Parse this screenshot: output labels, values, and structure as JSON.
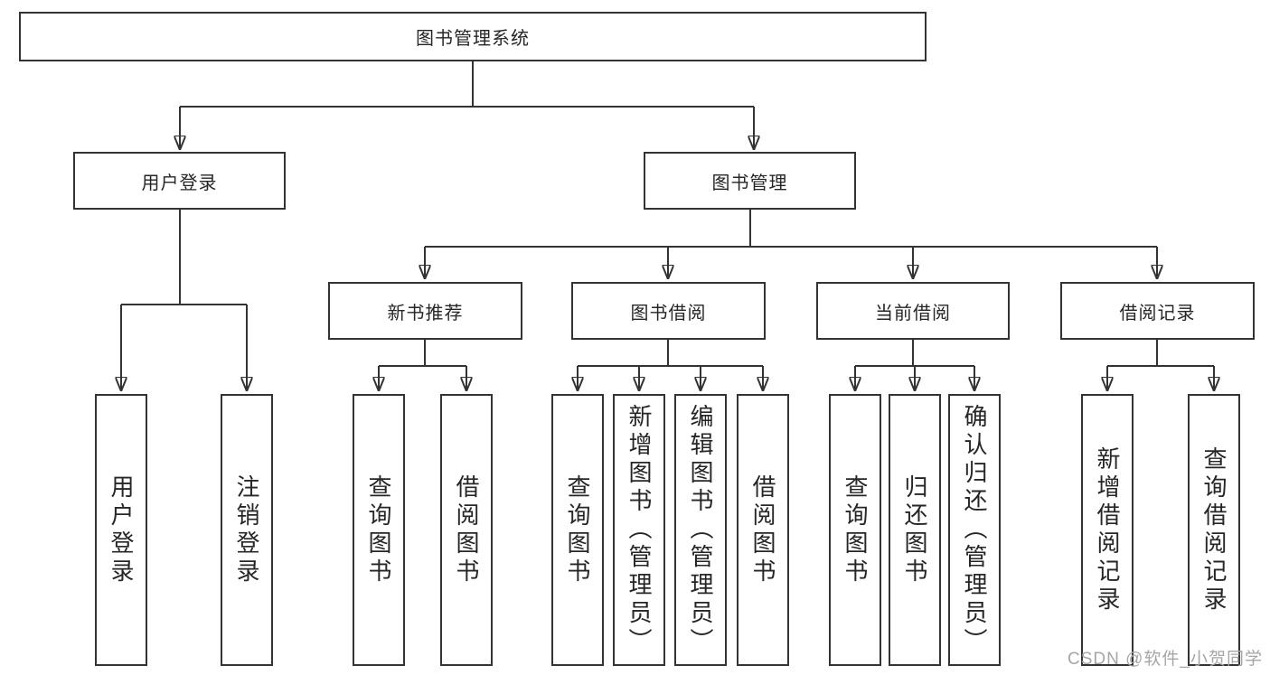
{
  "colors": {
    "line": "#333333",
    "text": "#262626",
    "watermark": "#a6a6a6",
    "background": "#ffffff"
  },
  "watermark": {
    "text": "CSDN @软件_小贺同学"
  },
  "tree": {
    "root": {
      "label": "图书管理系统"
    },
    "branches": [
      {
        "label": "用户登录",
        "leaves": [
          "用户登录",
          "注销登录"
        ]
      },
      {
        "label": "图书管理",
        "children": [
          {
            "label": "新书推荐",
            "leaves": [
              "查询图书",
              "借阅图书"
            ]
          },
          {
            "label": "图书借阅",
            "leaves": [
              "查询图书",
              "新增图书（管理员）",
              "编辑图书（管理员）",
              "借阅图书"
            ]
          },
          {
            "label": "当前借阅",
            "leaves": [
              "查询图书",
              "归还图书",
              "确认归还（管理员）"
            ]
          },
          {
            "label": "借阅记录",
            "leaves": [
              "新增借阅记录",
              "查询借阅记录"
            ]
          }
        ]
      }
    ]
  }
}
